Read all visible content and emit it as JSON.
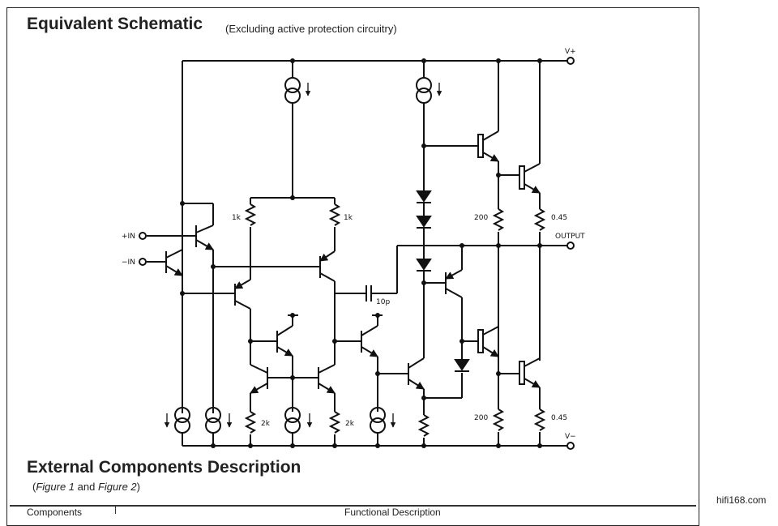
{
  "header": {
    "title": "Equivalent Schematic",
    "subtitle": "(Excluding active protection circuitry)"
  },
  "schematic": {
    "labels": {
      "v_plus": "V+",
      "v_minus": "V−",
      "plus_in": "+IN",
      "minus_in": "−IN",
      "output": "OUTPUT",
      "r_1k_left": "1k",
      "r_1k_right": "1k",
      "r_2k_left": "2k",
      "r_2k_right": "2k",
      "cap_10p": "10p",
      "r_200_top": "200",
      "r_200_bottom": "200",
      "r_045_top": "0.45",
      "r_045_bottom": "0.45"
    }
  },
  "section": {
    "title": "External Components Description",
    "figref_prefix": "(",
    "figref_fig1": "Figure 1",
    "figref_and": " and ",
    "figref_fig2": "Figure 2",
    "figref_suffix": ")"
  },
  "table": {
    "headers": [
      "Components",
      "Functional Description"
    ]
  },
  "watermark": "hifi168.com"
}
